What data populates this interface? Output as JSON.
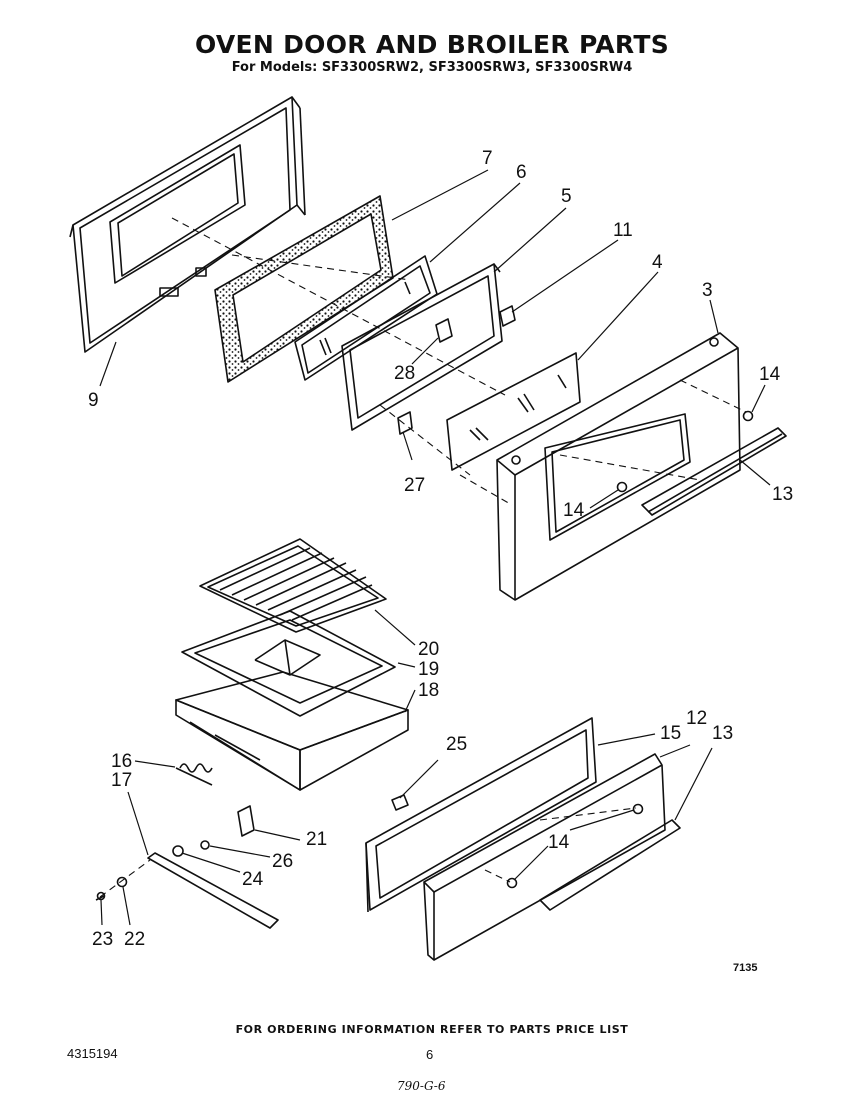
{
  "header": {
    "title": "OVEN DOOR AND BROILER PARTS",
    "subtitle": "For Models: SF3300SRW2, SF3300SRW3, SF3300SRW4"
  },
  "callouts": {
    "c7": "7",
    "c6": "6",
    "c5": "5",
    "c11": "11",
    "c4": "4",
    "c3": "3",
    "c14a": "14",
    "c9": "9",
    "c28": "28",
    "c27": "27",
    "c14b": "14",
    "c13a": "13",
    "c20": "20",
    "c19": "19",
    "c18": "18",
    "c15": "15",
    "c12": "12",
    "c13b": "13",
    "c16": "16",
    "c17": "17",
    "c25": "25",
    "c21": "21",
    "c14c": "14",
    "c26": "26",
    "c24": "24",
    "c23": "23",
    "c22": "22"
  },
  "footer": {
    "note": "FOR ORDERING INFORMATION REFER TO PARTS PRICE LIST",
    "part_number": "4315194",
    "page": "6",
    "drawing_code": "7135",
    "handwritten": "790-G-6"
  }
}
